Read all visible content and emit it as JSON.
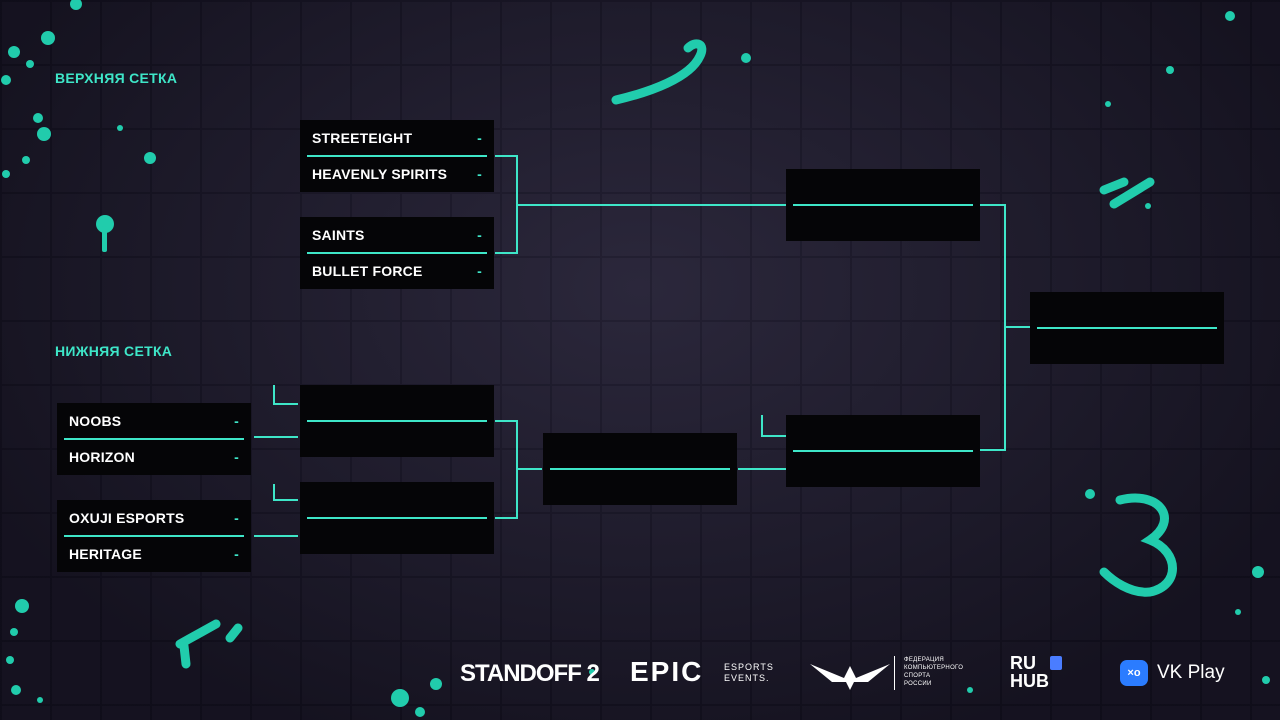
{
  "sections": {
    "upper": "ВЕРХНЯЯ СЕТКА",
    "lower": "НИЖНЯЯ СЕТКА"
  },
  "upper_bracket": {
    "match1": {
      "team1": "STREETEIGHT",
      "score1": "-",
      "team2": "HEAVENLY SPIRITS",
      "score2": "-"
    },
    "match2": {
      "team1": "SAINTS",
      "score1": "-",
      "team2": "BULLET FORCE",
      "score2": "-"
    }
  },
  "lower_bracket": {
    "match1": {
      "team1": "NOOBS",
      "score1": "-",
      "team2": "HORIZON",
      "score2": "-"
    },
    "match2": {
      "team1": "OXUJI ESPORTS",
      "score1": "-",
      "team2": "HERITAGE",
      "score2": "-"
    }
  },
  "sponsors": {
    "standoff": "STANDOFF 2",
    "epic": "EPIC",
    "epic_sub1": "ESPORTS",
    "epic_sub2": "EVENTS.",
    "federation1": "ФЕДЕРАЦИЯ",
    "federation2": "КОМПЬЮТЕРНОГО",
    "federation3": "СПОРТА",
    "federation4": "РОССИИ",
    "ruhub1": "RU",
    "ruhub2": "HUB",
    "vkplay": "VK Play"
  },
  "colors": {
    "accent": "#3ee6c8",
    "panel": "#050507",
    "background": "#221f30",
    "text": "#ffffff"
  }
}
